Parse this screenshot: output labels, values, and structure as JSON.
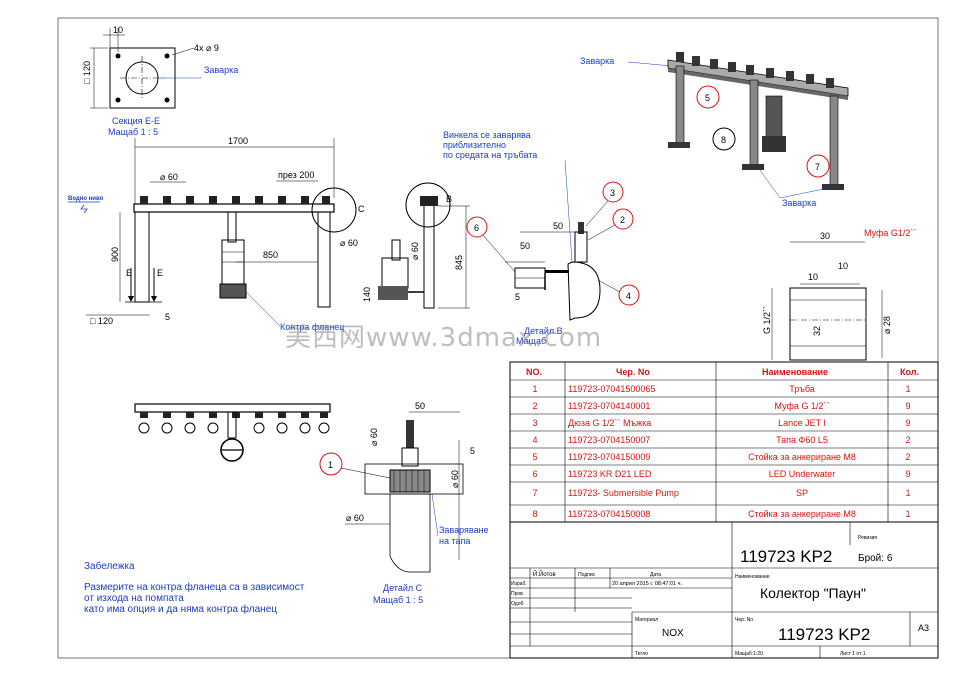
{
  "section_ee": {
    "title": "Секция E-E",
    "scale": "Мащаб 1 : 5",
    "hole_note": "4x ⌀ 9",
    "dim_10": "10",
    "dim_120": "□ 120",
    "weld_label": "Заварка"
  },
  "main_view": {
    "dim_1700": "1700",
    "dim_d60": "⌀ 60",
    "dim_prez200": "през 200",
    "dim_850": "850",
    "dim_900": "900",
    "dim_d60b": "⌀ 60",
    "dim_120b": "□ 120",
    "dim_5": "5",
    "water_level": "Водно ниво",
    "section_mark": "E",
    "detail_mark": "C",
    "counter_flange": "Контра фланец"
  },
  "side_view": {
    "note_line1": "Винкела се заварява",
    "note_line2": "приблизително",
    "note_line3": "по средата на тръбата",
    "dim_845": "845",
    "dim_60": "⌀ 60",
    "dim_140": "140",
    "detail_mark": "B"
  },
  "detail_b": {
    "title": "Детайл B",
    "scale": "Мащаб",
    "dim_50": "50",
    "dim_50b": "50",
    "dim_5": "5"
  },
  "iso_view": {
    "weld_top": "Заварка",
    "weld_bottom": "Заварка",
    "balloons": [
      "5",
      "8",
      "7"
    ]
  },
  "sleeve": {
    "title": "Муфа G1/2``",
    "dim_30": "30",
    "dim_10": "10",
    "dim_10b": "10",
    "dim_thread": "G 1/2``",
    "dim_32": "32",
    "dim_28": "⌀ 28"
  },
  "detail_balloons": [
    "3",
    "2",
    "6",
    "4",
    "1"
  ],
  "detail_c": {
    "title": "Детайл C",
    "scale": "Мащаб 1 : 5",
    "dim_50": "50",
    "dim_5": "5",
    "dim_d60": "⌀ 60",
    "dim_d60b": "⌀ 60",
    "dim_d60c": "⌀ 60",
    "weld_cap": "Заваряване",
    "weld_cap2": "на тапа"
  },
  "note": {
    "title": "Забележка",
    "line1": "Размерите на контра фланеца са в зависимост",
    "line2": "от изхода на помпата",
    "line3": " като има опция и да няма контра фланец"
  },
  "bom": {
    "headers": [
      "NO.",
      "Чер. No",
      "Наименование",
      "Кол."
    ],
    "rows": [
      [
        "1",
        "119723-07041500065",
        "Тръба",
        "1"
      ],
      [
        "2",
        "119723-0704140001",
        "Муфа G 1/2``",
        "9"
      ],
      [
        "3",
        "Дюза G 1/2`` Мъжка",
        "Lance JET I",
        "9"
      ],
      [
        "4",
        "119723-0704150007",
        "Тапа Ф60 L5",
        "2"
      ],
      [
        "5",
        "119723-0704150009",
        "Стойка за анкериране M8",
        "2"
      ],
      [
        "6",
        "119723 KR D21 LED",
        "LED Underwater",
        "9"
      ],
      [
        "7",
        "119723- Submersible Pump",
        "SP",
        "1"
      ],
      [
        "8",
        "119723-0704150008",
        "Стойка за анкериране M8",
        "1"
      ]
    ]
  },
  "title_block": {
    "drawing_no_top": "119723 KP2",
    "count": "Брой: 6",
    "name_label": "Наименование",
    "project_name": "Колектор \"Паун\"",
    "material_label": "Материал",
    "material": "NOX",
    "drawing_no_label": "Чер. No.",
    "drawing_no": "119723 KP2",
    "format": "A3",
    "designed_label": "Израб.",
    "designer": "Й.Йотов",
    "signature_label": "Подпис",
    "date_label": "Дата",
    "date": "20 април 2015 г. 08:47:01 ч.",
    "check_label": "Пров.",
    "approve_label": "Одоб.",
    "sheet_label": "Тегло",
    "scale_label": "Мащаб:1:20",
    "sheet_of": "Лист 1 от 1",
    "weight_label": "Мащаб",
    "top_right_label": "Ревизия"
  },
  "watermark": "美西网www.3dmax.com"
}
